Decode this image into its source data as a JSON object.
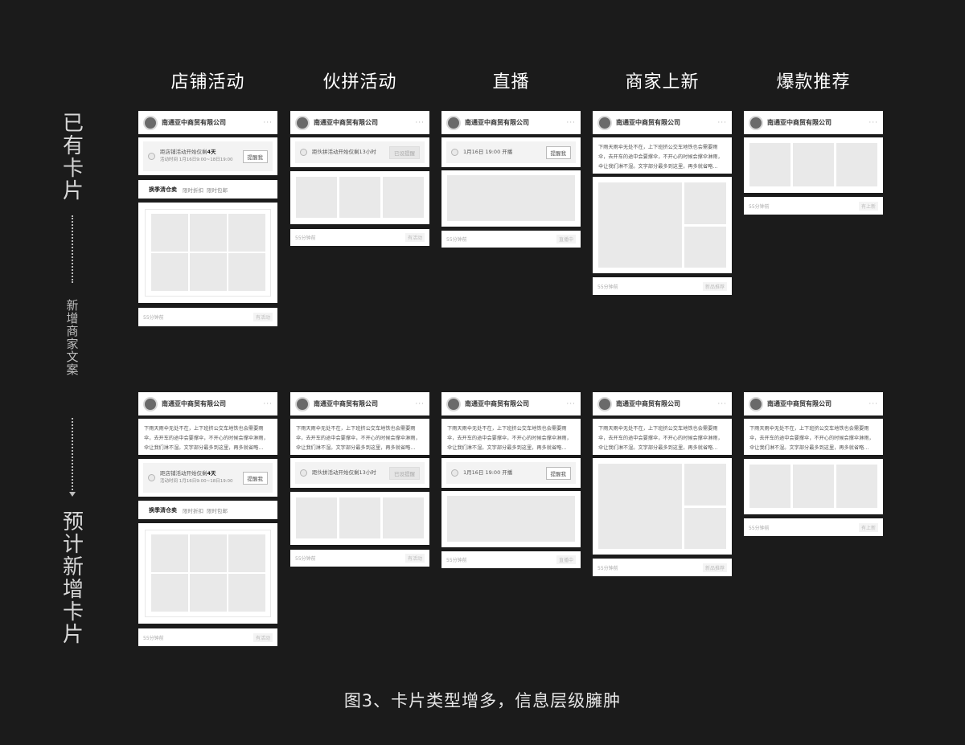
{
  "columns": [
    "店铺活动",
    "伙拼活动",
    "直播",
    "商家上新",
    "爆款推荐"
  ],
  "side": {
    "existing": "已有卡片",
    "added_copy": "新增商家文案",
    "planned": "预计新增卡片"
  },
  "caption": "图3、卡片类型增多，信息层级臃肿",
  "card": {
    "shop_name": "南通亚中商贸有限公司",
    "more": "···",
    "time_ago": "55分钟前",
    "description": "下雨天雨伞无处不在，上下班挤公交车地铁也会需要雨伞，去开车的途中会要撑伞，不开心的时候会撑伞淋雨，伞让我们淋不湿。文字部分最多到这里，再多就省略…",
    "store_event_prefix": "距店铺活动开始仅剩",
    "store_event_days": "4天",
    "store_event_time": "活动时间 1月16日9:00~18日19:00",
    "remind": "提醒我",
    "promo_title": "换季清仓卖",
    "promo_tag1": "限时折扣",
    "promo_tag2": "限时包邮",
    "group_event": "距伙拼活动开始仅剩13小时",
    "already_set": "已设提醒",
    "live_time": "1月16日 19:00 开播",
    "tag_store": "有活动",
    "tag_group": "有活动",
    "tag_live": "直播中",
    "tag_new": "新品推荐",
    "tag_hot": "有上新"
  }
}
